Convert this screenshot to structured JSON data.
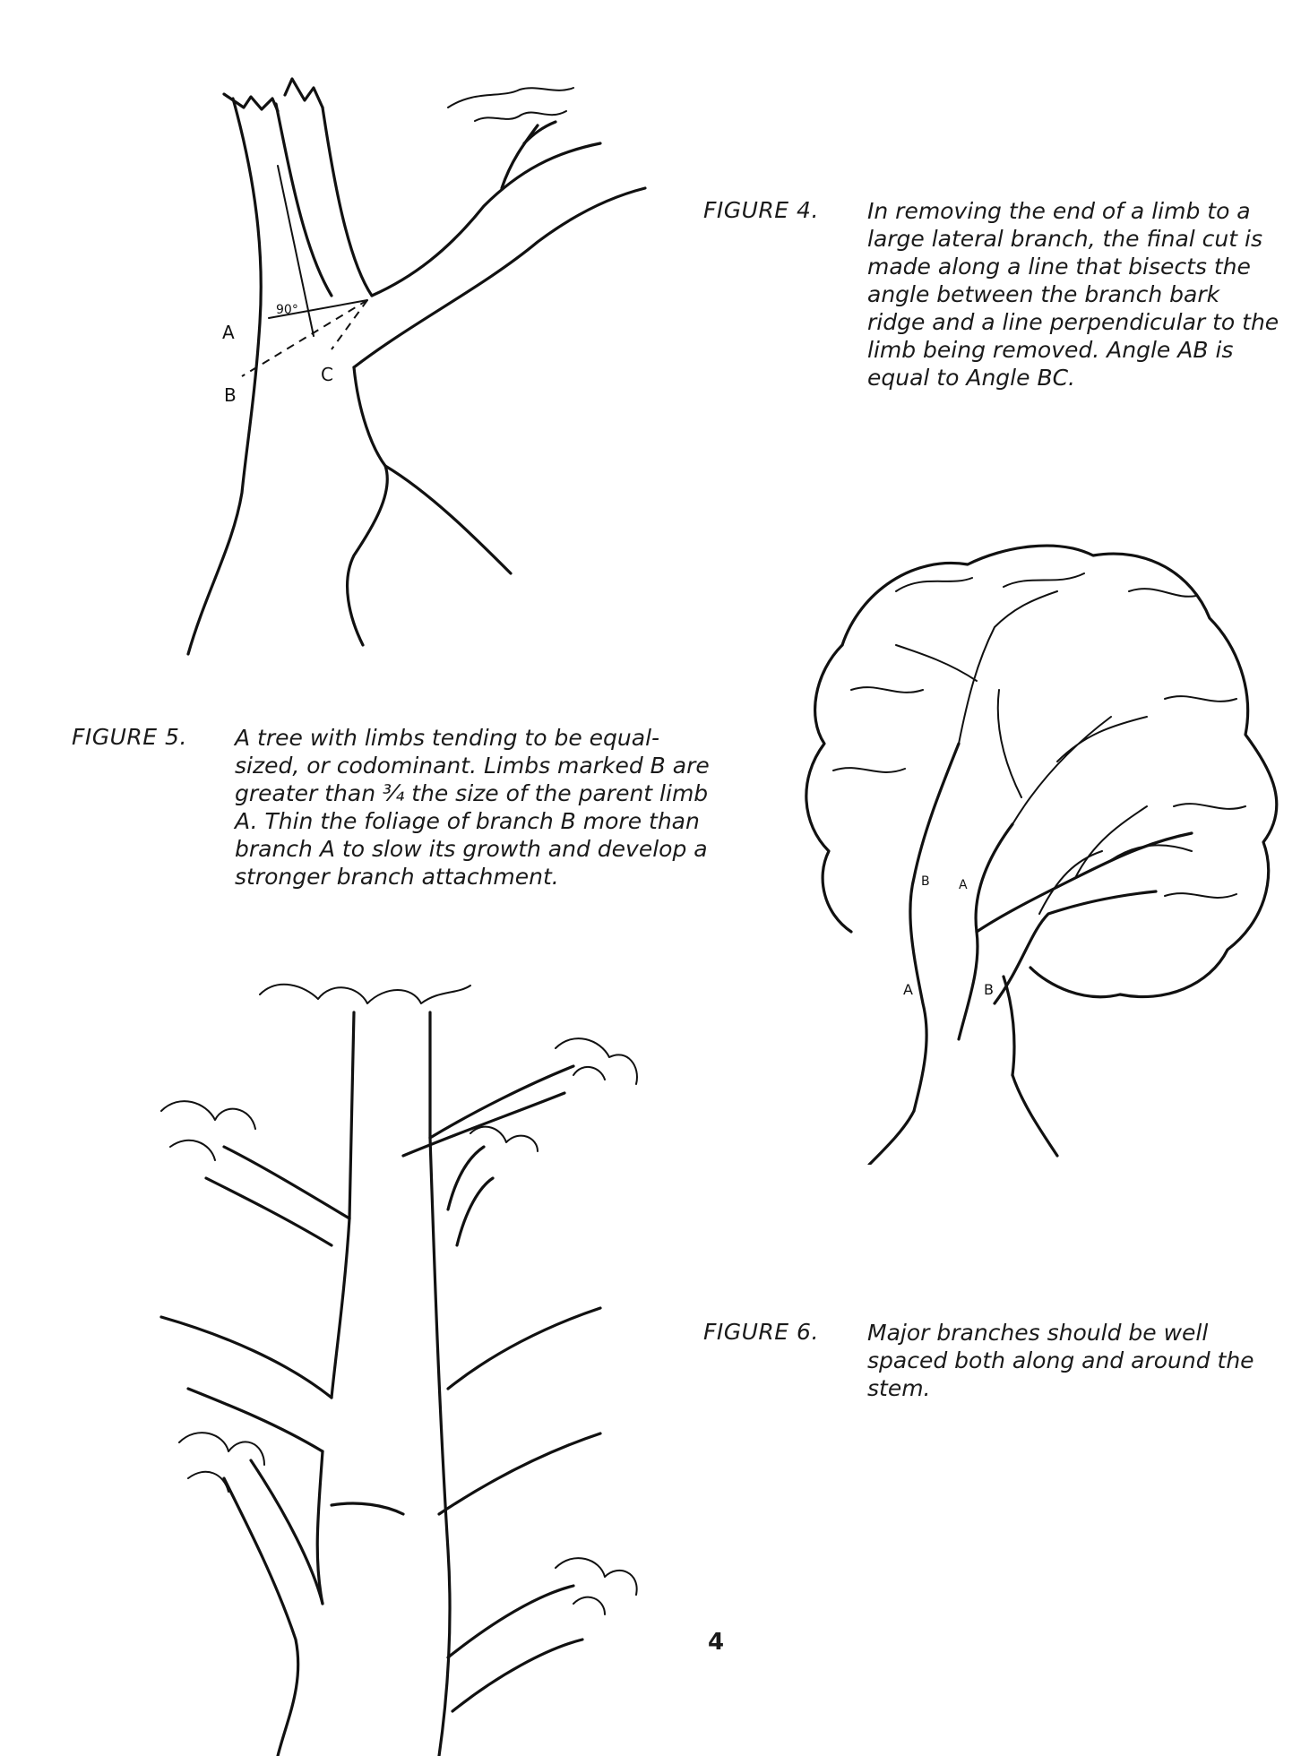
{
  "figure4": {
    "label": "FIGURE 4.",
    "caption": "In removing the end of a limb to a large lateral branch, the final cut is made along a line that bisects the angle between the branch bark ridge and a line perpendicular to the limb being removed. Angle AB is equal to Angle BC.",
    "angle_label": "90°",
    "marks": [
      "A",
      "B",
      "C"
    ]
  },
  "figure5": {
    "label": "FIGURE 5.",
    "caption": "A tree with limbs tending to be equal-sized, or codominant. Limbs marked B are greater than ¾ the size of the parent limb A. Thin the foliage of branch B more than branch A to slow its growth and develop a stronger branch attachment.",
    "marks": [
      "B",
      "A",
      "A",
      "B"
    ]
  },
  "figure6": {
    "label": "FIGURE 6.",
    "caption": "Major branches should be well spaced both along and around the stem."
  },
  "page_number": "4"
}
